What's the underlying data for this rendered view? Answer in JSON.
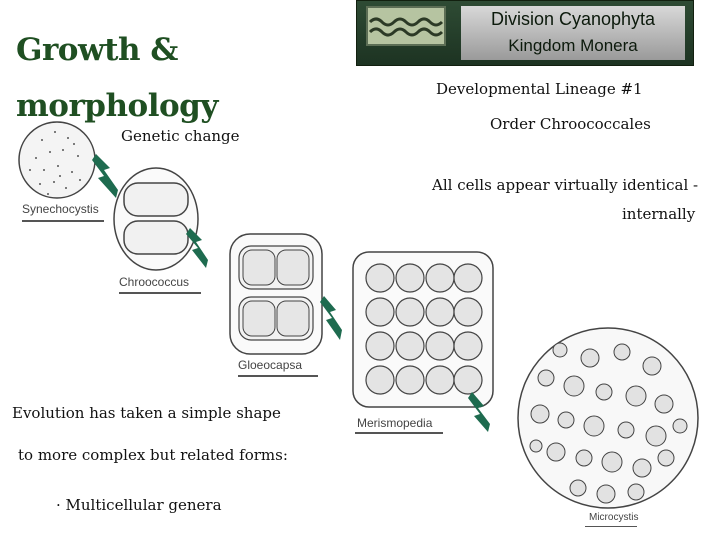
{
  "title_line1": "Growth &",
  "title_line2": "morphology",
  "banner": {
    "line1": "Division Cyanophyta",
    "line2": "Kingdom Monera"
  },
  "genetic_change": "Genetic change",
  "lineage": {
    "heading": "Developmental Lineage #1",
    "order": "Order Chroococcales",
    "note_line1": "All cells  appear virtually identical -",
    "note_line2": "internally"
  },
  "evolution": {
    "line1": "Evolution has taken a simple shape",
    "line2": "to more complex but related forms:",
    "line3": "· Multicellular  genera"
  },
  "organisms": [
    "Synechocystis",
    "Chroococcus",
    "Gloeocapsa",
    "Merismopedia",
    "Microcystis"
  ],
  "colors": {
    "title": "#1f4f22",
    "arrow": "#1e6b4f",
    "banner": "#2a4530"
  }
}
